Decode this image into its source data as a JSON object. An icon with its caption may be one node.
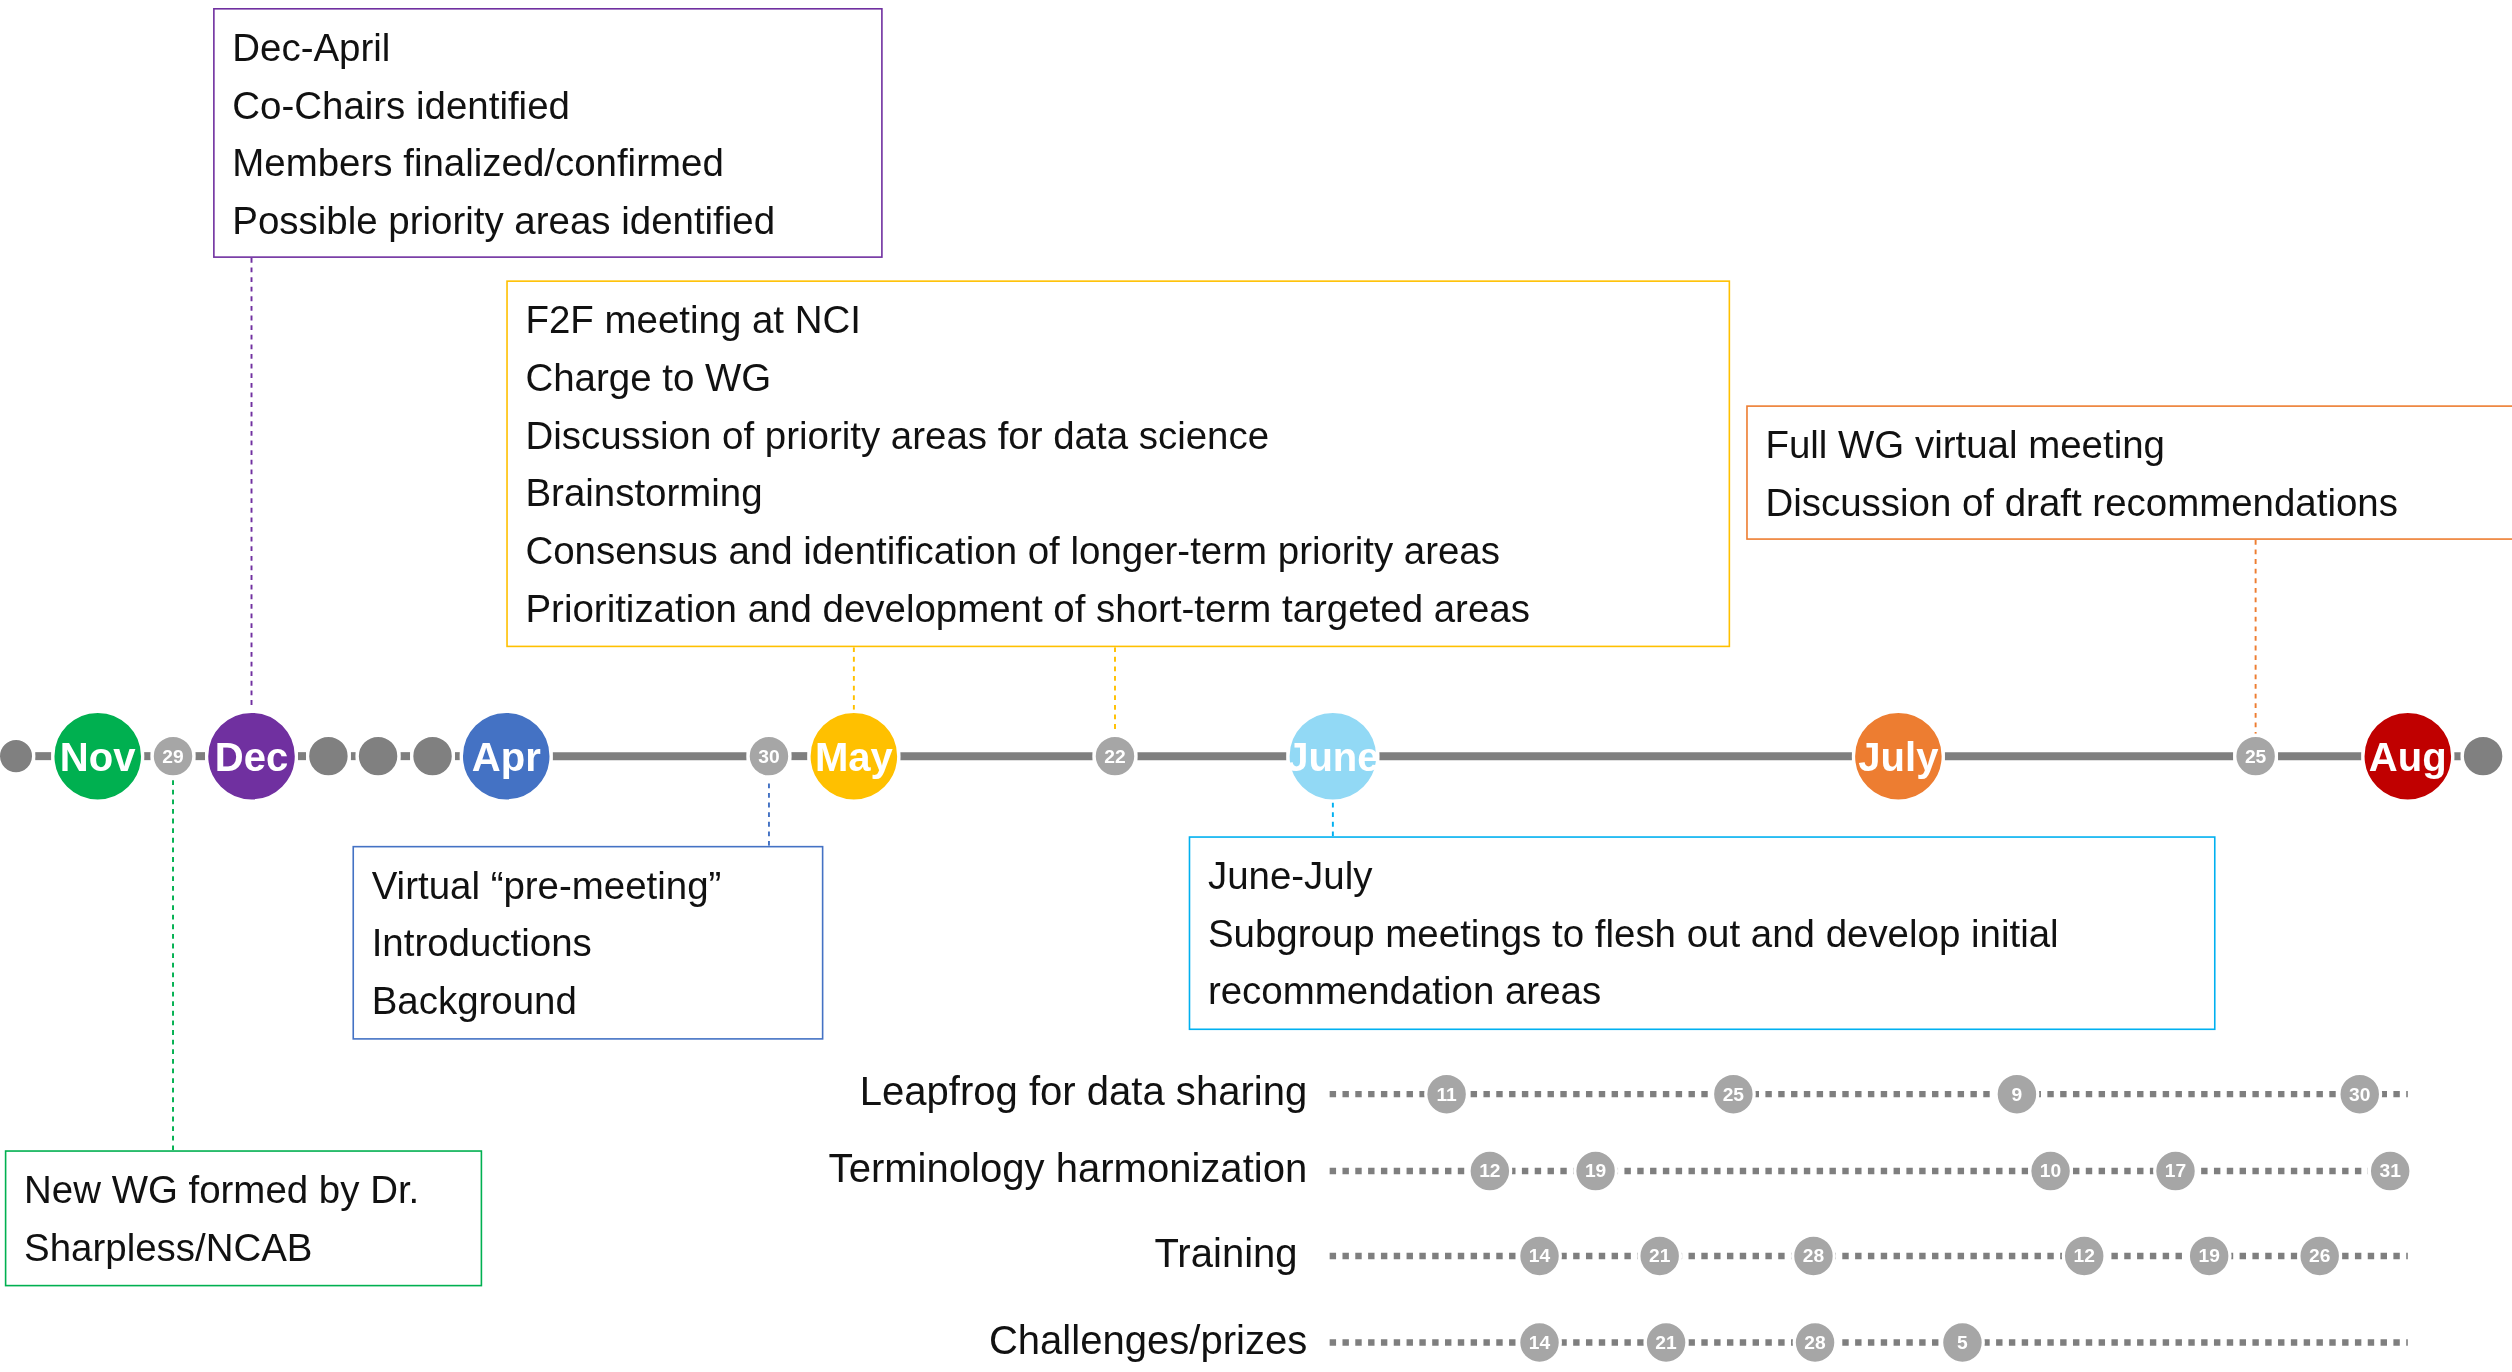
{
  "diagram": {
    "nodes": [
      {
        "text": [
          "Dec-April",
          "Co-Chairs identified",
          "Members finalized/confirmed",
          "Possible priority areas identified"
        ]
      },
      {
        "text": [
          "F2F meeting at NCI",
          "Charge to WG",
          "Discussion of priority areas for data science",
          "Brainstorming",
          "Consensus and identification of longer-term priority areas",
          "Prioritization and development of short-term targeted areas"
        ]
      },
      {
        "text": [
          "Full WG virtual meeting",
          "Discussion of draft recommendations"
        ]
      },
      {
        "text": [],
        "shape": "circle"
      },
      {
        "text": [
          "Nov"
        ]
      },
      {
        "text": [
          "29"
        ]
      },
      {
        "text": [
          "Dec"
        ]
      },
      {
        "text": [],
        "shape": "circle"
      },
      {
        "text": [],
        "shape": "circle"
      },
      {
        "text": [],
        "shape": "circle"
      },
      {
        "text": [
          "Apr"
        ]
      },
      {
        "text": [
          "30"
        ]
      },
      {
        "text": [
          "May"
        ]
      },
      {
        "text": [
          "22"
        ]
      },
      {
        "text": [
          "June"
        ]
      },
      {
        "text": [
          "July"
        ]
      },
      {
        "text": [
          "25"
        ]
      },
      {
        "text": [
          "Aug"
        ]
      },
      {
        "text": [],
        "shape": "circle"
      },
      {
        "text": [
          "Virtual “pre-meeting”",
          "Introductions",
          "Background"
        ]
      },
      {
        "text": [
          "June-July",
          "Subgroup meetings to flesh out and develop initial recommendation areas"
        ]
      },
      {
        "text": [
          "New WG formed by Dr. Sharpless/NCAB"
        ]
      },
      {
        "text": [
          "11"
        ]
      },
      {
        "text": [
          "25"
        ]
      },
      {
        "text": [
          "9"
        ]
      },
      {
        "text": [
          "30"
        ]
      },
      {
        "text": [
          "12"
        ]
      },
      {
        "text": [
          "19"
        ]
      },
      {
        "text": [
          "10"
        ]
      },
      {
        "text": [
          "17"
        ]
      },
      {
        "text": [
          "31"
        ]
      },
      {
        "text": [
          "14"
        ]
      },
      {
        "text": [
          "21"
        ]
      },
      {
        "text": [
          "28"
        ]
      },
      {
        "text": [
          "12"
        ]
      },
      {
        "text": [
          "19"
        ]
      },
      {
        "text": [
          "26"
        ]
      },
      {
        "text": [
          "14"
        ]
      },
      {
        "text": [
          "21"
        ]
      },
      {
        "text": [
          "28"
        ]
      },
      {
        "text": [
          "5"
        ]
      }
    ],
    "edges": [
      {
        "from": 0,
        "to": 6,
        "arrow": "none",
        "style": "dashed",
        "color": "#7030a0"
      },
      {
        "from": 1,
        "to": 12,
        "arrow": "none",
        "style": "dashed",
        "color": "#ffc000"
      },
      {
        "from": 1,
        "to": 13,
        "arrow": "none",
        "style": "dashed",
        "color": "#ffc000"
      },
      {
        "from": 2,
        "to": 16,
        "arrow": "none",
        "style": "dashed",
        "color": "#ed7d31"
      },
      {
        "from": 19,
        "to": 11,
        "arrow": "none",
        "style": "dashed",
        "color": "#4472c4"
      },
      {
        "from": 20,
        "to": 14,
        "arrow": "none",
        "style": "dashed",
        "color": "#00b0f0"
      },
      {
        "from": 21,
        "to": 5,
        "arrow": "none",
        "style": "dashed",
        "color": "#00b050"
      },
      {
        "from": 3,
        "to": 4,
        "arrow": "none"
      },
      {
        "from": 4,
        "to": 5,
        "arrow": "none"
      },
      {
        "from": 5,
        "to": 6,
        "arrow": "none"
      },
      {
        "from": 6,
        "to": 7,
        "arrow": "none"
      },
      {
        "from": 7,
        "to": 8,
        "arrow": "none"
      },
      {
        "from": 8,
        "to": 9,
        "arrow": "none"
      },
      {
        "from": 9,
        "to": 10,
        "arrow": "none"
      },
      {
        "from": 10,
        "to": 11,
        "arrow": "none"
      },
      {
        "from": 11,
        "to": 12,
        "arrow": "none"
      },
      {
        "from": 12,
        "to": 13,
        "arrow": "none"
      },
      {
        "from": 13,
        "to": 14,
        "arrow": "none"
      },
      {
        "from": 14,
        "to": 15,
        "arrow": "none"
      },
      {
        "from": 15,
        "to": 16,
        "arrow": "none"
      },
      {
        "from": 16,
        "to": 17,
        "arrow": "none"
      },
      {
        "from": 17,
        "to": 18,
        "arrow": "none"
      }
    ],
    "labels": [
      "Leapfrog for data sharing",
      "Terminology harmonization",
      "Training",
      "Challenges/prizes"
    ]
  }
}
